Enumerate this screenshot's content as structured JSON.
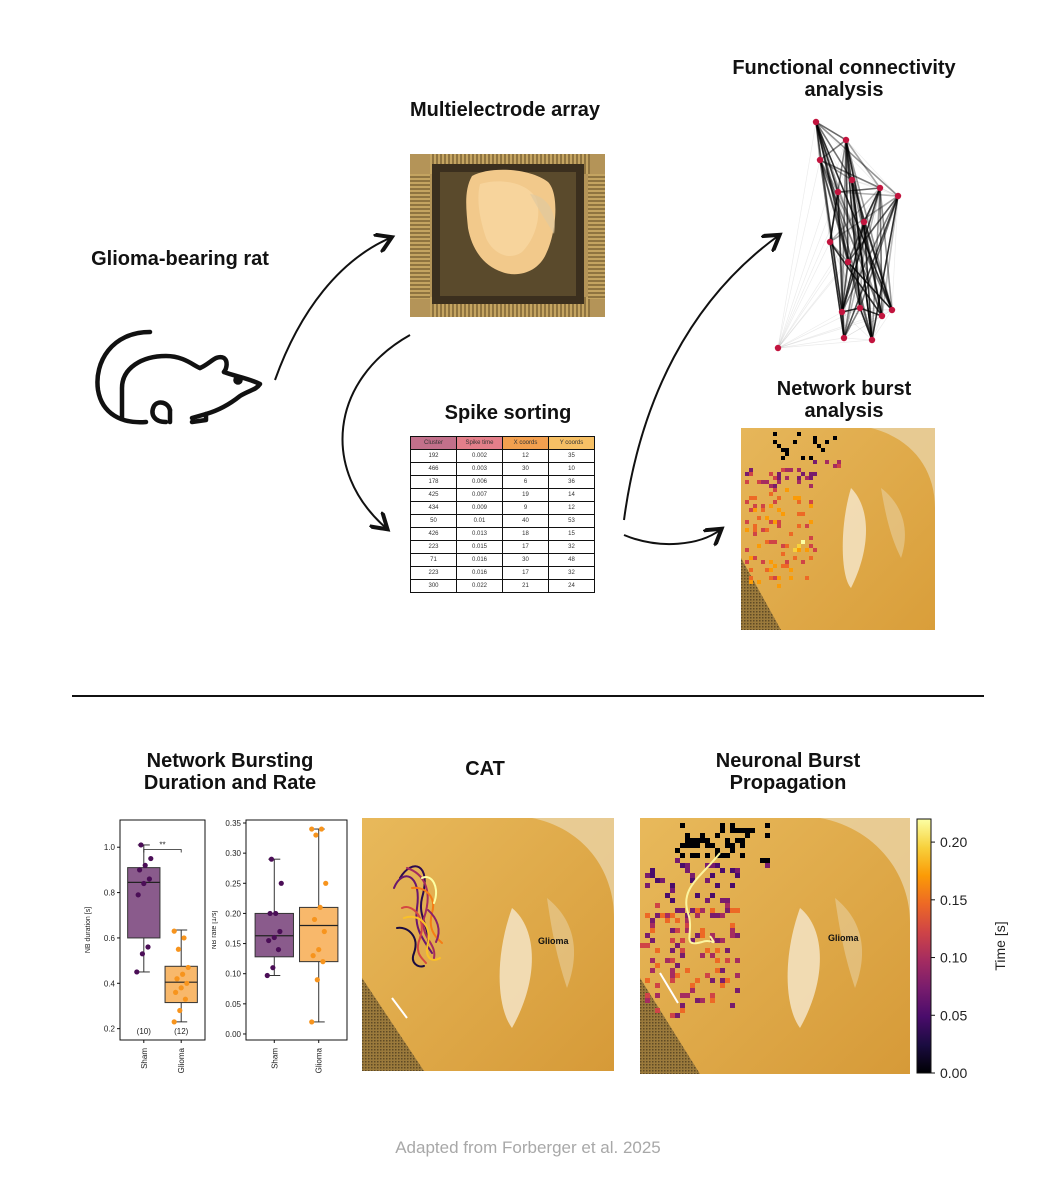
{
  "titles": {
    "rat": "Glioma-bearing rat",
    "mea": "Multielectrode array",
    "fc": "Functional connectivity analysis",
    "spike": "Spike sorting",
    "nb": "Network burst analysis",
    "nbdr": "Network Bursting Duration and Rate",
    "cat": "CAT",
    "prop": "Neuronal Burst Propagation"
  },
  "spike_table": {
    "headers": [
      "Cluster",
      "Spike time",
      "X coords",
      "Y coords"
    ],
    "header_colors": [
      "#c3708b",
      "#e47f8a",
      "#f3a04f",
      "#f6c065"
    ],
    "rows": [
      [
        "192",
        "0.002",
        "12",
        "35"
      ],
      [
        "466",
        "0.003",
        "30",
        "10"
      ],
      [
        "178",
        "0.006",
        "6",
        "36"
      ],
      [
        "425",
        "0.007",
        "19",
        "14"
      ],
      [
        "434",
        "0.009",
        "9",
        "12"
      ],
      [
        "50",
        "0.01",
        "40",
        "53"
      ],
      [
        "426",
        "0.013",
        "18",
        "15"
      ],
      [
        "223",
        "0.015",
        "17",
        "32"
      ],
      [
        "71",
        "0.016",
        "30",
        "48"
      ],
      [
        "223",
        "0.016",
        "17",
        "32"
      ],
      [
        "300",
        "0.022",
        "21",
        "24"
      ]
    ]
  },
  "chart_data": [
    {
      "type": "box",
      "ylabel": "NB duration [s]",
      "categories": [
        "Sham",
        "Glioma"
      ],
      "counts": [
        "(10)",
        "(12)"
      ],
      "significance": "**",
      "yticks": [
        "0.2",
        "0.4",
        "0.6",
        "0.8",
        "1.0"
      ],
      "ylim": [
        0.15,
        1.12
      ],
      "boxes": [
        {
          "name": "Sham",
          "min": 0.45,
          "q1": 0.6,
          "median": 0.845,
          "q3": 0.91,
          "max": 1.01,
          "color": "#8a5b8c",
          "point_color": "#4b0e57",
          "points": [
            0.45,
            0.53,
            0.56,
            0.79,
            0.84,
            0.86,
            0.9,
            0.92,
            0.95,
            1.01
          ]
        },
        {
          "name": "Glioma",
          "min": 0.23,
          "q1": 0.315,
          "median": 0.405,
          "q3": 0.475,
          "max": 0.635,
          "color": "#f8b86b",
          "point_color": "#f7941d",
          "points": [
            0.23,
            0.28,
            0.33,
            0.36,
            0.38,
            0.4,
            0.42,
            0.44,
            0.47,
            0.55,
            0.6,
            0.63
          ]
        }
      ]
    },
    {
      "type": "box",
      "ylabel": "NB rate [1/s]",
      "categories": [
        "Sham",
        "Glioma"
      ],
      "yticks": [
        "0.00",
        "0.05",
        "0.10",
        "0.15",
        "0.20",
        "0.25",
        "0.30",
        "0.35"
      ],
      "ylim": [
        -0.01,
        0.355
      ],
      "boxes": [
        {
          "name": "Sham",
          "min": 0.097,
          "q1": 0.128,
          "median": 0.163,
          "q3": 0.2,
          "max": 0.29,
          "color": "#8a5b8c",
          "point_color": "#4b0e57",
          "points": [
            0.097,
            0.11,
            0.14,
            0.155,
            0.16,
            0.17,
            0.2,
            0.2,
            0.25,
            0.29
          ]
        },
        {
          "name": "Glioma",
          "min": 0.02,
          "q1": 0.12,
          "median": 0.18,
          "q3": 0.21,
          "max": 0.34,
          "color": "#f8b86b",
          "point_color": "#f7941d",
          "points": [
            0.02,
            0.09,
            0.12,
            0.13,
            0.14,
            0.17,
            0.19,
            0.21,
            0.25,
            0.33,
            0.34,
            0.34
          ]
        }
      ]
    },
    {
      "type": "colorbar",
      "label": "Time [s]",
      "ticks": [
        "0.00",
        "0.05",
        "0.10",
        "0.15",
        "0.20"
      ],
      "range": [
        0,
        0.22
      ]
    }
  ],
  "labels": {
    "glioma": "Glioma"
  },
  "credit": "Adapted from Forberger et al. 2025"
}
